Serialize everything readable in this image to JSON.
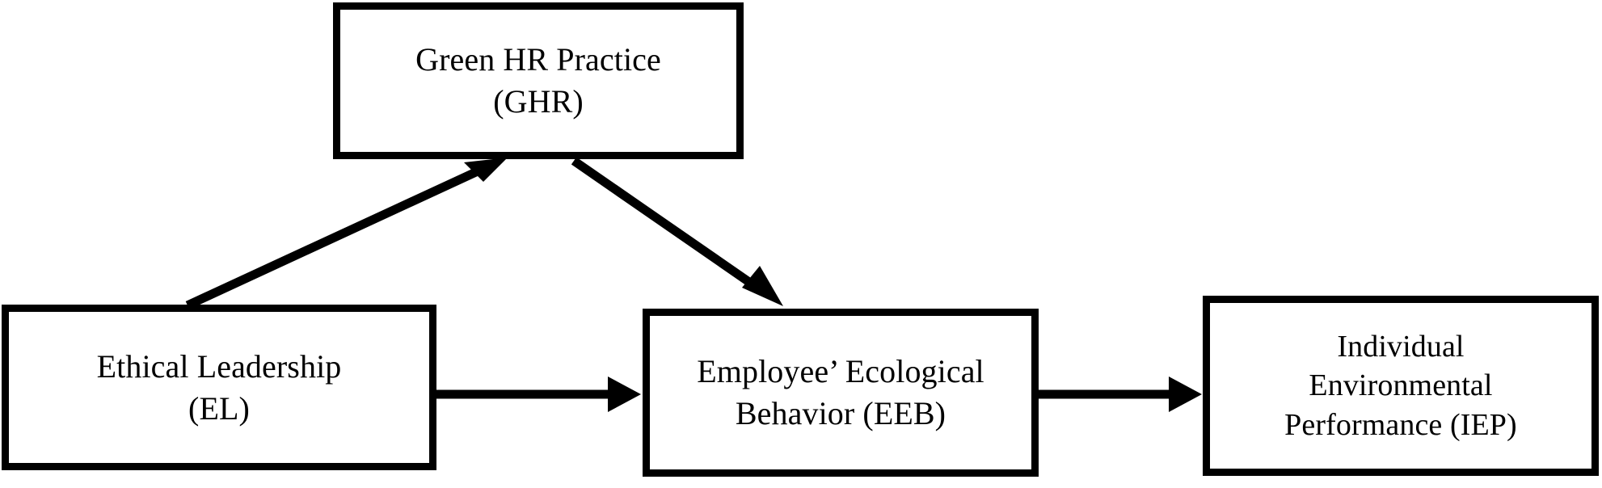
{
  "diagram": {
    "type": "conceptual-model",
    "background_color": "#FFFFFF",
    "line_color": "#000000",
    "text_color": "#000000",
    "nodes": [
      {
        "id": "ghr",
        "label": "Green HR Practice\n(GHR)",
        "name": "Green HR Practice",
        "abbreviation": "GHR",
        "role": "mediator"
      },
      {
        "id": "el",
        "label": "Ethical Leadership\n(EL)",
        "name": "Ethical Leadership",
        "abbreviation": "EL",
        "role": "independent-variable"
      },
      {
        "id": "eeb",
        "label": "Employee’ Ecological\nBehavior (EEB)",
        "name": "Employee’ Ecological Behavior",
        "abbreviation": "EEB",
        "role": "mediator"
      },
      {
        "id": "iep",
        "label": "Individual\nEnvironmental\nPerformance (IEP)",
        "name": "Individual Environmental Performance",
        "abbreviation": "IEP",
        "role": "dependent-variable"
      }
    ],
    "edges": [
      {
        "id": "el-to-ghr",
        "from": "el",
        "to": "ghr",
        "style": "solid-arrow",
        "direction": "diagonal-up-right"
      },
      {
        "id": "ghr-to-eeb",
        "from": "ghr",
        "to": "eeb",
        "style": "solid-arrow",
        "direction": "diagonal-down-right"
      },
      {
        "id": "el-to-eeb",
        "from": "el",
        "to": "eeb",
        "style": "solid-arrow",
        "direction": "horizontal-right"
      },
      {
        "id": "eeb-to-iep",
        "from": "eeb",
        "to": "iep",
        "style": "solid-arrow",
        "direction": "horizontal-right"
      }
    ]
  }
}
